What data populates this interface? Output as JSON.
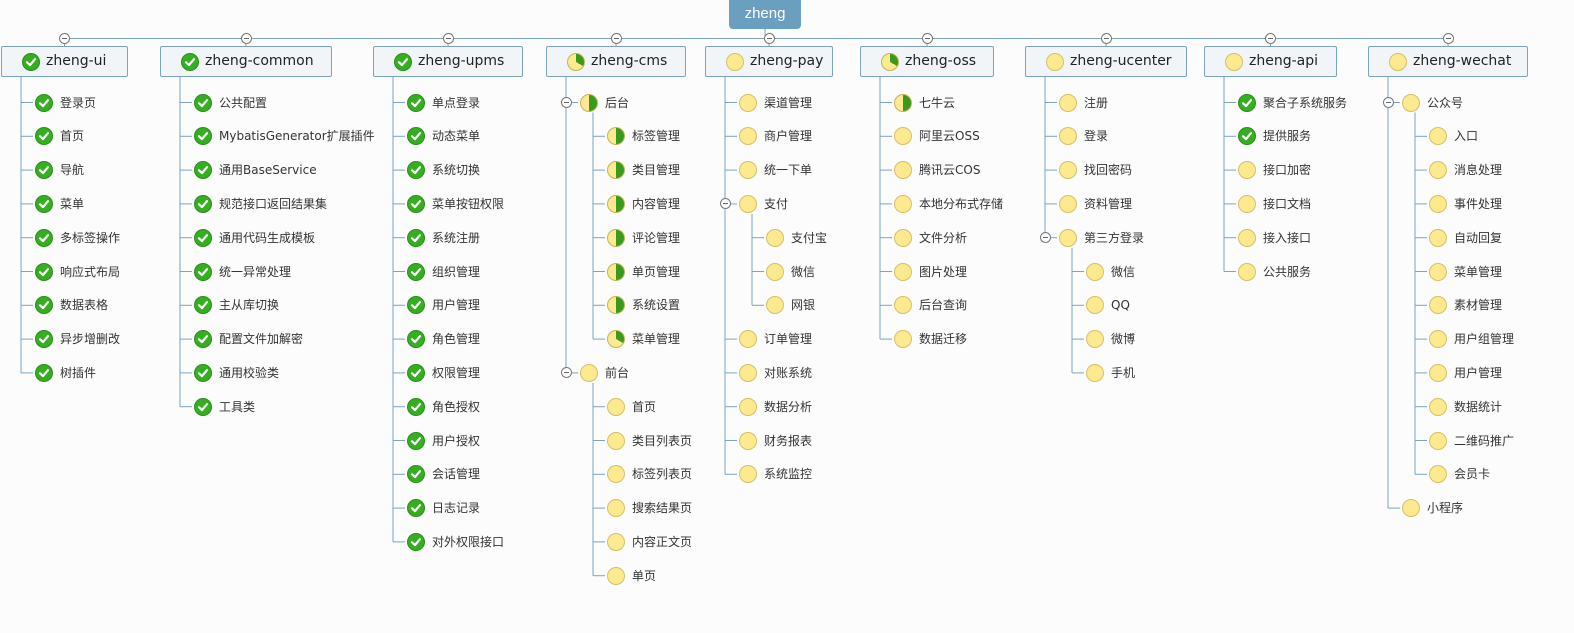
{
  "root": {
    "label": "zheng"
  },
  "columns": [
    {
      "label": "zheng-ui",
      "status": "done",
      "items": [
        {
          "label": "登录页",
          "status": "done"
        },
        {
          "label": "首页",
          "status": "done"
        },
        {
          "label": "导航",
          "status": "done"
        },
        {
          "label": "菜单",
          "status": "done"
        },
        {
          "label": "多标签操作",
          "status": "done"
        },
        {
          "label": "响应式布局",
          "status": "done"
        },
        {
          "label": "数据表格",
          "status": "done"
        },
        {
          "label": "异步增删改",
          "status": "done"
        },
        {
          "label": "树插件",
          "status": "done"
        }
      ]
    },
    {
      "label": "zheng-common",
      "status": "done",
      "items": [
        {
          "label": "公共配置",
          "status": "done"
        },
        {
          "label": "MybatisGenerator扩展插件",
          "status": "done"
        },
        {
          "label": "通用BaseService",
          "status": "done"
        },
        {
          "label": "规范接口返回结果集",
          "status": "done"
        },
        {
          "label": "通用代码生成模板",
          "status": "done"
        },
        {
          "label": "统一异常处理",
          "status": "done"
        },
        {
          "label": "主从库切换",
          "status": "done"
        },
        {
          "label": "配置文件加解密",
          "status": "done"
        },
        {
          "label": "通用校验类",
          "status": "done"
        },
        {
          "label": "工具类",
          "status": "done"
        }
      ]
    },
    {
      "label": "zheng-upms",
      "status": "done",
      "items": [
        {
          "label": "单点登录",
          "status": "done"
        },
        {
          "label": "动态菜单",
          "status": "done"
        },
        {
          "label": "系统切换",
          "status": "done"
        },
        {
          "label": "菜单按钮权限",
          "status": "done"
        },
        {
          "label": "系统注册",
          "status": "done"
        },
        {
          "label": "组织管理",
          "status": "done"
        },
        {
          "label": "用户管理",
          "status": "done"
        },
        {
          "label": "角色管理",
          "status": "done"
        },
        {
          "label": "权限管理",
          "status": "done"
        },
        {
          "label": "角色授权",
          "status": "done"
        },
        {
          "label": "用户授权",
          "status": "done"
        },
        {
          "label": "会话管理",
          "status": "done"
        },
        {
          "label": "日志记录",
          "status": "done"
        },
        {
          "label": "对外权限接口",
          "status": "done"
        }
      ]
    },
    {
      "label": "zheng-cms",
      "status": "part",
      "items": [
        {
          "label": "后台",
          "status": "half",
          "children": [
            {
              "label": "标签管理",
              "status": "half"
            },
            {
              "label": "类目管理",
              "status": "half"
            },
            {
              "label": "内容管理",
              "status": "half"
            },
            {
              "label": "评论管理",
              "status": "half"
            },
            {
              "label": "单页管理",
              "status": "half"
            },
            {
              "label": "系统设置",
              "status": "half"
            },
            {
              "label": "菜单管理",
              "status": "part"
            }
          ]
        },
        {
          "label": "前台",
          "status": "todo",
          "children": [
            {
              "label": "首页",
              "status": "todo"
            },
            {
              "label": "类目列表页",
              "status": "todo"
            },
            {
              "label": "标签列表页",
              "status": "todo"
            },
            {
              "label": "搜索结果页",
              "status": "todo"
            },
            {
              "label": "内容正文页",
              "status": "todo"
            },
            {
              "label": "单页",
              "status": "todo"
            }
          ]
        }
      ]
    },
    {
      "label": "zheng-pay",
      "status": "todo",
      "items": [
        {
          "label": "渠道管理",
          "status": "todo"
        },
        {
          "label": "商户管理",
          "status": "todo"
        },
        {
          "label": "统一下单",
          "status": "todo"
        },
        {
          "label": "支付",
          "status": "todo",
          "children": [
            {
              "label": "支付宝",
              "status": "todo"
            },
            {
              "label": "微信",
              "status": "todo"
            },
            {
              "label": "网银",
              "status": "todo"
            }
          ]
        },
        {
          "label": "订单管理",
          "status": "todo"
        },
        {
          "label": "对账系统",
          "status": "todo"
        },
        {
          "label": "数据分析",
          "status": "todo"
        },
        {
          "label": "财务报表",
          "status": "todo"
        },
        {
          "label": "系统监控",
          "status": "todo"
        }
      ]
    },
    {
      "label": "zheng-oss",
      "status": "part",
      "items": [
        {
          "label": "七牛云",
          "status": "half"
        },
        {
          "label": "阿里云OSS",
          "status": "todo"
        },
        {
          "label": "腾讯云COS",
          "status": "todo"
        },
        {
          "label": "本地分布式存储",
          "status": "todo"
        },
        {
          "label": "文件分析",
          "status": "todo"
        },
        {
          "label": "图片处理",
          "status": "todo"
        },
        {
          "label": "后台查询",
          "status": "todo"
        },
        {
          "label": "数据迁移",
          "status": "todo"
        }
      ]
    },
    {
      "label": "zheng-ucenter",
      "status": "todo",
      "items": [
        {
          "label": "注册",
          "status": "todo"
        },
        {
          "label": "登录",
          "status": "todo"
        },
        {
          "label": "找回密码",
          "status": "todo"
        },
        {
          "label": "资料管理",
          "status": "todo"
        },
        {
          "label": "第三方登录",
          "status": "todo",
          "children": [
            {
              "label": "微信",
              "status": "todo"
            },
            {
              "label": "QQ",
              "status": "todo"
            },
            {
              "label": "微博",
              "status": "todo"
            },
            {
              "label": "手机",
              "status": "todo"
            }
          ]
        }
      ]
    },
    {
      "label": "zheng-api",
      "status": "todo",
      "items": [
        {
          "label": "聚合子系统服务",
          "status": "done"
        },
        {
          "label": "提供服务",
          "status": "done"
        },
        {
          "label": "接口加密",
          "status": "todo"
        },
        {
          "label": "接口文档",
          "status": "todo"
        },
        {
          "label": "接入接口",
          "status": "todo"
        },
        {
          "label": "公共服务",
          "status": "todo"
        }
      ]
    },
    {
      "label": "zheng-wechat",
      "status": "todo",
      "items": [
        {
          "label": "公众号",
          "status": "todo",
          "children": [
            {
              "label": "入口",
              "status": "todo"
            },
            {
              "label": "消息处理",
              "status": "todo"
            },
            {
              "label": "事件处理",
              "status": "todo"
            },
            {
              "label": "自动回复",
              "status": "todo"
            },
            {
              "label": "菜单管理",
              "status": "todo"
            },
            {
              "label": "素材管理",
              "status": "todo"
            },
            {
              "label": "用户组管理",
              "status": "todo"
            },
            {
              "label": "用户管理",
              "status": "todo"
            },
            {
              "label": "数据统计",
              "status": "todo"
            },
            {
              "label": "二维码推广",
              "status": "todo"
            },
            {
              "label": "会员卡",
              "status": "todo"
            }
          ]
        },
        {
          "label": "小程序",
          "status": "todo"
        }
      ]
    }
  ],
  "colors": {
    "done": "#35ae21",
    "todo": "#fde98e",
    "line": "#7aa4c2",
    "root": "#6a9fc0"
  }
}
